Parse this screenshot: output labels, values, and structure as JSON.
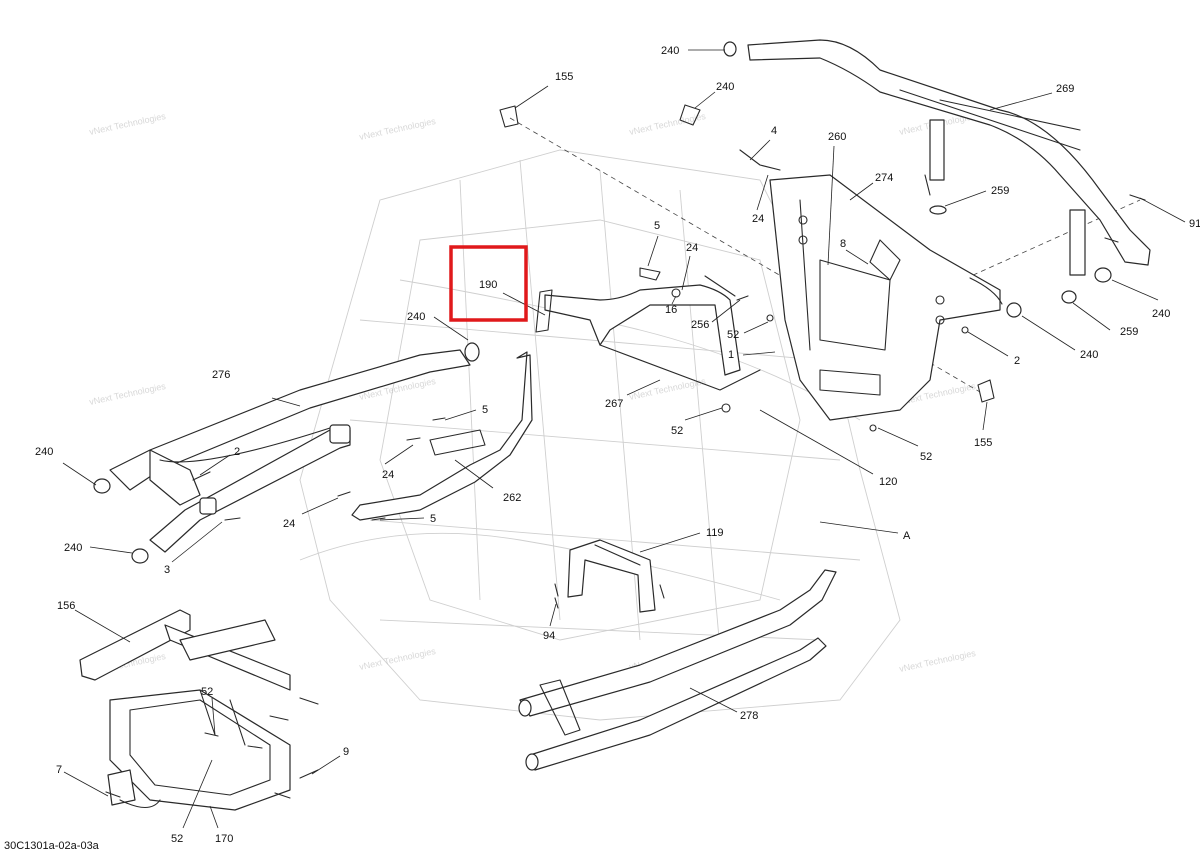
{
  "diagram": {
    "document_code": "30C1301a-02a-03a",
    "watermark_text": "vNext Technologies",
    "highlight_color": "#e0191b",
    "highlighted_callout": "190",
    "callouts": [
      "240",
      "155",
      "240",
      "4",
      "260",
      "269",
      "274",
      "24",
      "259",
      "91",
      "5",
      "24",
      "8",
      "190",
      "16",
      "256",
      "52",
      "240",
      "276",
      "1",
      "2",
      "240",
      "5",
      "259",
      "240",
      "267",
      "52",
      "2",
      "155",
      "52",
      "120",
      "24",
      "262",
      "240",
      "24",
      "5",
      "A",
      "119",
      "240",
      "3",
      "94",
      "156",
      "278",
      "52",
      "9",
      "7",
      "52",
      "170"
    ]
  }
}
